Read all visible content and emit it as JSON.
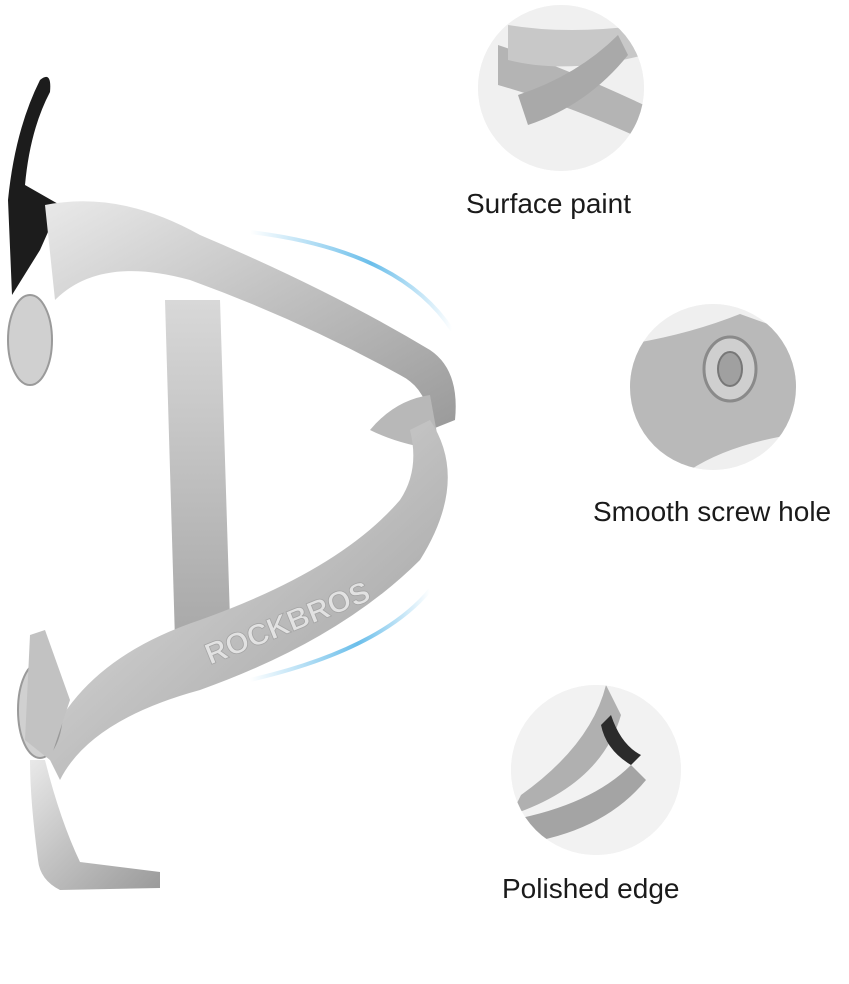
{
  "product": {
    "brand_logo": "ROCKBROS"
  },
  "features": [
    {
      "caption": "Surface paint"
    },
    {
      "caption": "Smooth screw hole"
    },
    {
      "caption": "Polished edge"
    }
  ],
  "colors": {
    "aluminum": "#c9c9c9",
    "aluminum_highlight": "#eeeeee",
    "aluminum_shadow": "#8c8c8c",
    "rubber_tip": "#1c1c1c",
    "motion_blue": "#5ab7e8"
  }
}
